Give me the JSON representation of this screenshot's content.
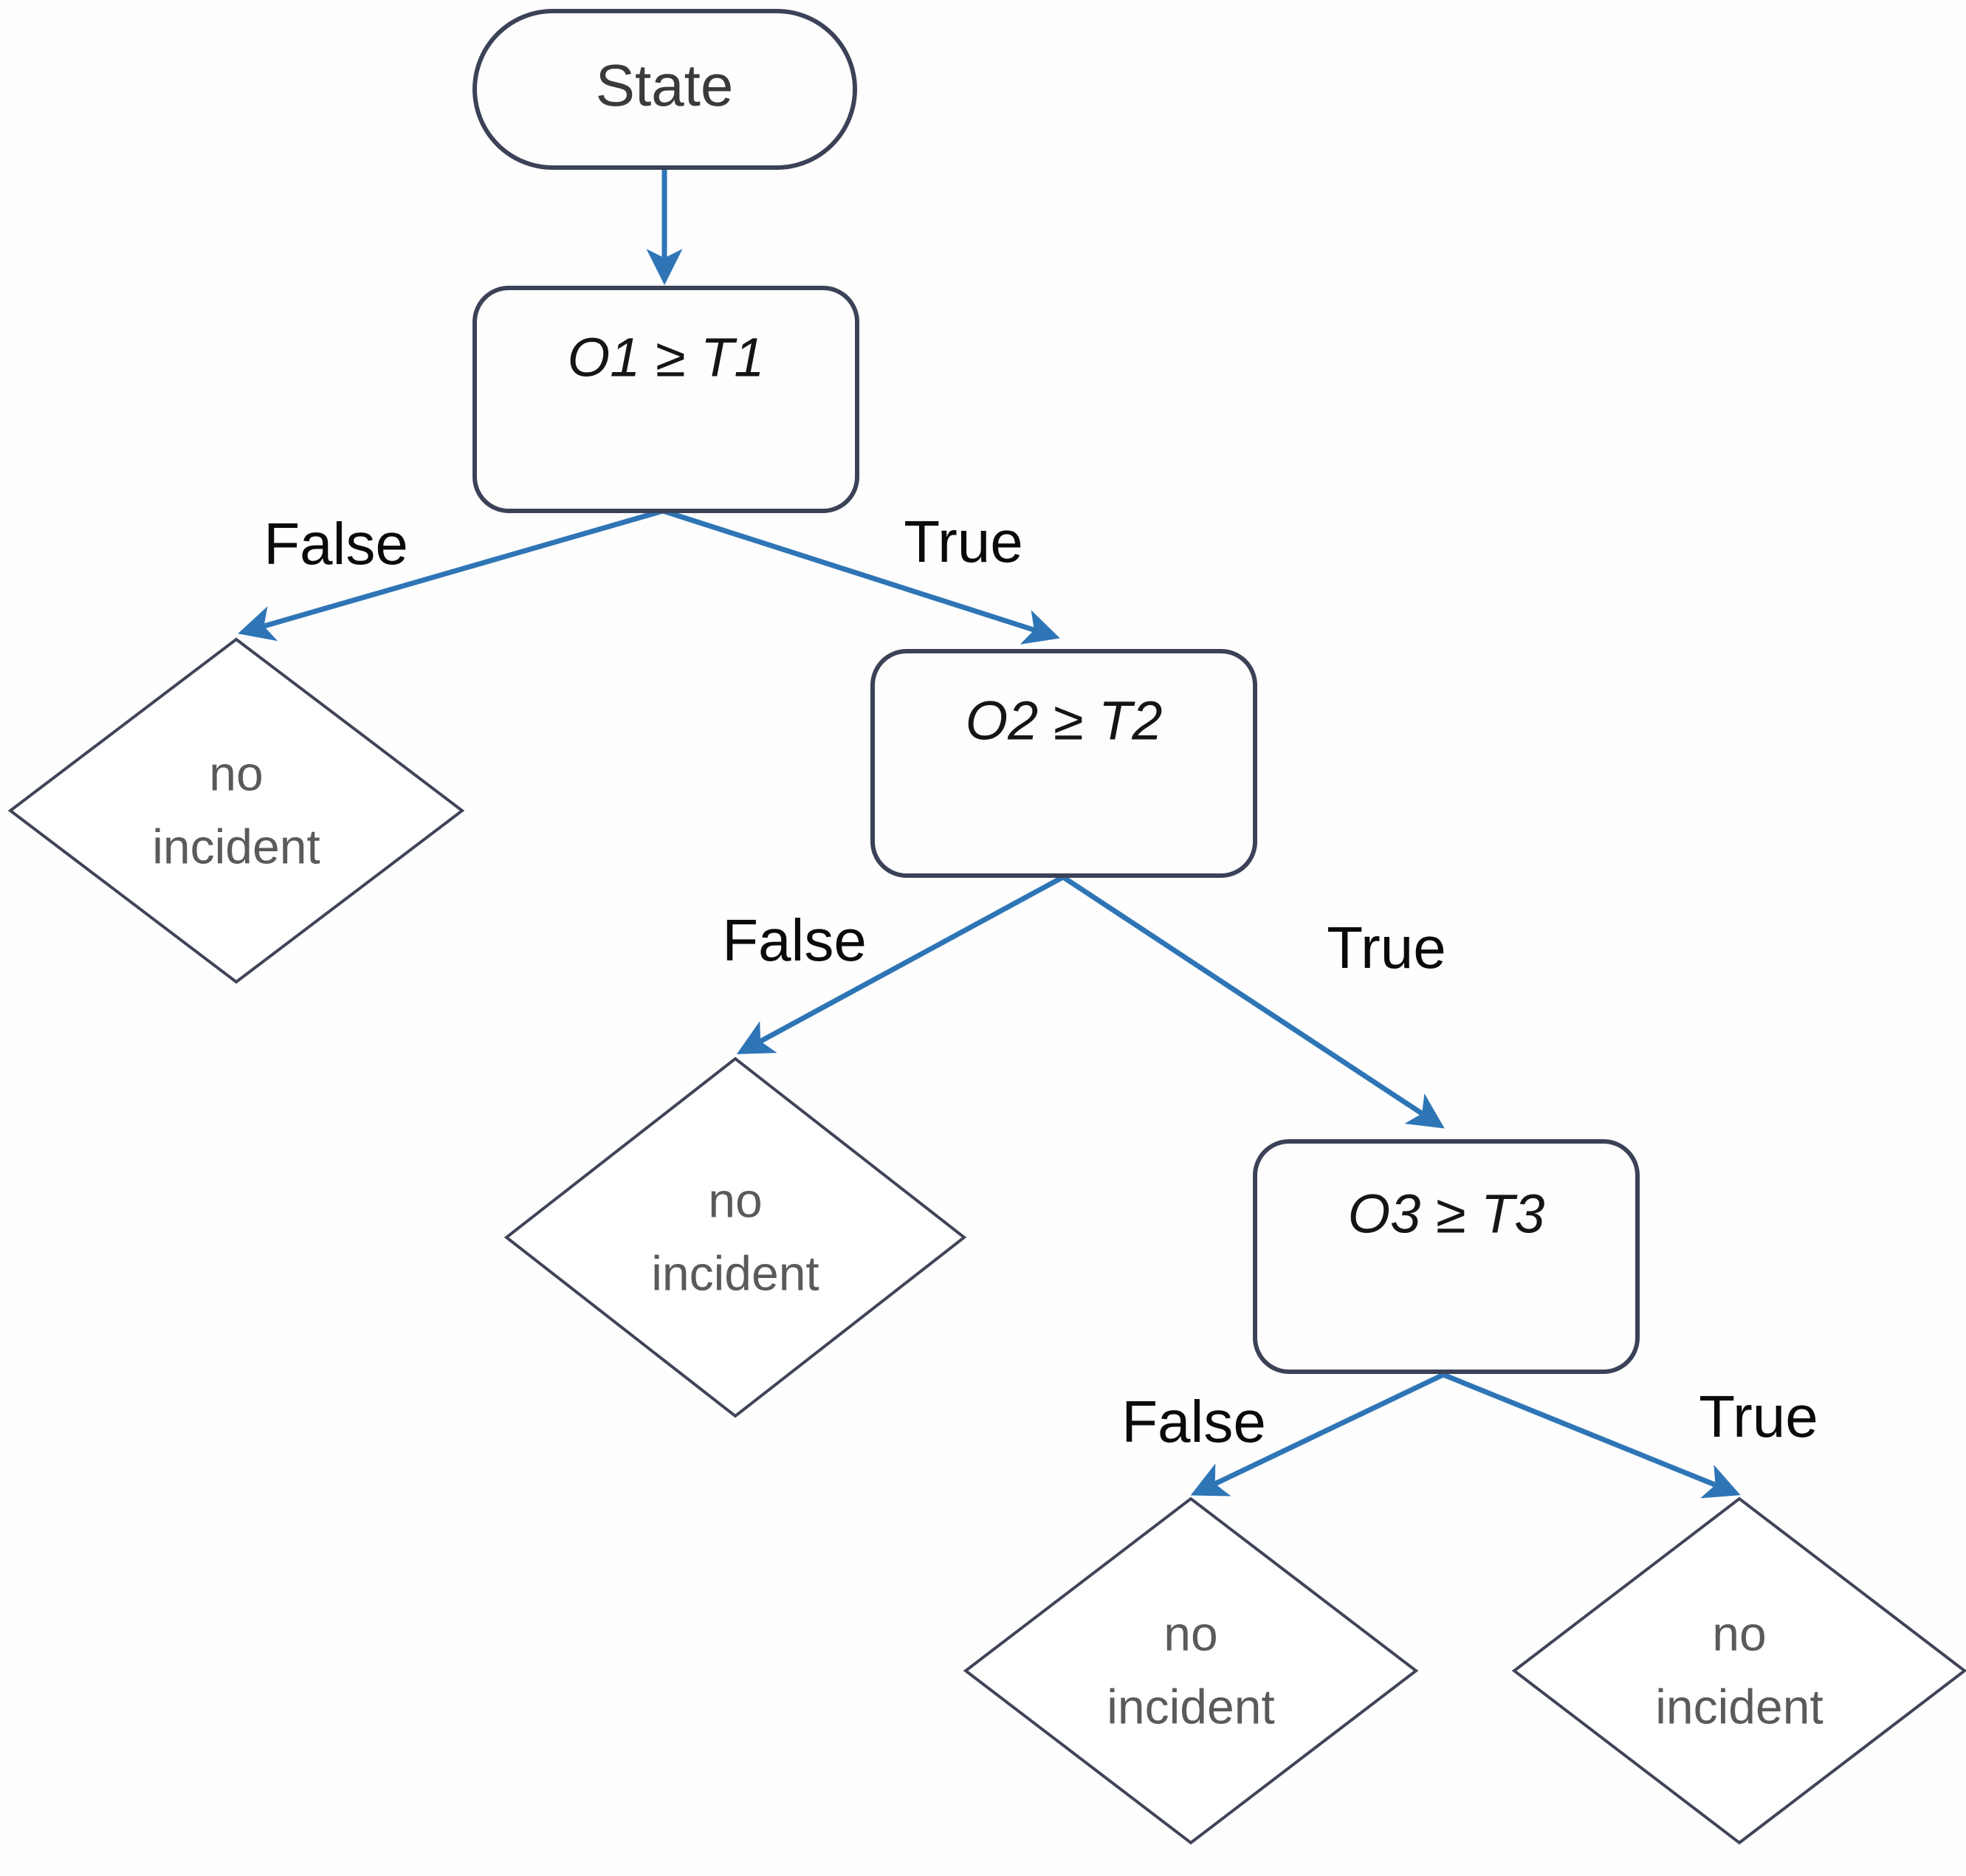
{
  "diagram": {
    "type": "decision-tree-flowchart",
    "colors": {
      "background": "#fefefe",
      "node_border": "#3b4257",
      "diamond_border": "#3f4457",
      "edge": "#2e75b6",
      "node_text": "#151515",
      "leaf_text": "#5a5a5a",
      "branch_label_text": "#0a0a0a"
    },
    "root": {
      "label": "State",
      "shape": "stadium"
    },
    "decisions": [
      {
        "id": "d1",
        "label": "O1 ≥ T1",
        "shape": "rounded-rect"
      },
      {
        "id": "d2",
        "label": "O2 ≥ T2",
        "shape": "rounded-rect"
      },
      {
        "id": "d3",
        "label": "O3 ≥ T3",
        "shape": "rounded-rect"
      }
    ],
    "leaves": [
      {
        "id": "leaf1",
        "line1": "no",
        "line2": "incident",
        "shape": "diamond"
      },
      {
        "id": "leaf2",
        "line1": "no",
        "line2": "incident",
        "shape": "diamond"
      },
      {
        "id": "leaf3",
        "line1": "no",
        "line2": "incident",
        "shape": "diamond"
      },
      {
        "id": "leaf4",
        "line1": "no",
        "line2": "incident",
        "shape": "diamond"
      }
    ],
    "branch_labels": {
      "level1_false": "False",
      "level1_true": "True",
      "level2_false": "False",
      "level2_true": "True",
      "level3_false": "False",
      "level3_true": "True"
    }
  }
}
